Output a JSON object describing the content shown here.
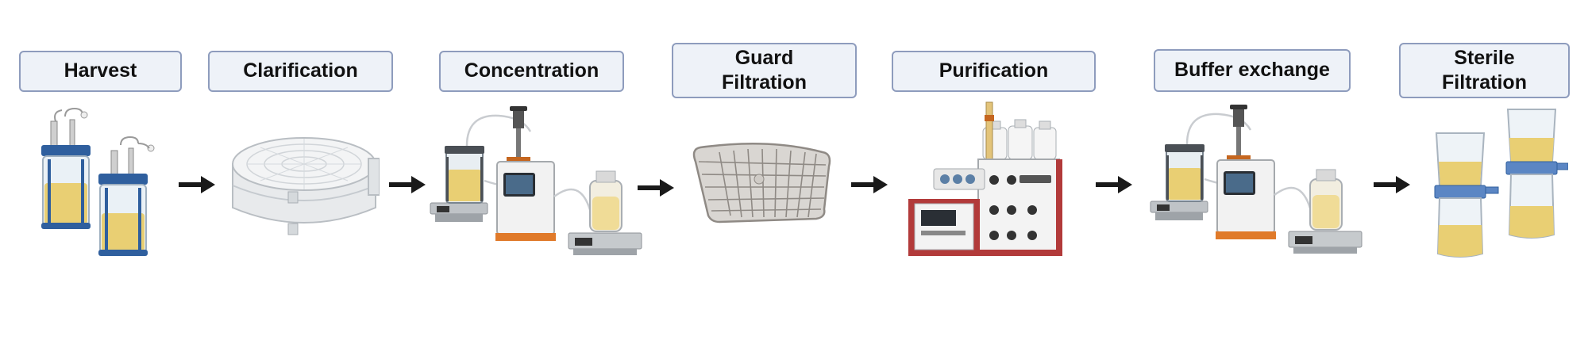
{
  "stages": [
    {
      "id": "harvest",
      "label": "Harvest"
    },
    {
      "id": "clarification",
      "label": "Clarification"
    },
    {
      "id": "concentration",
      "label": "Concentration"
    },
    {
      "id": "guard",
      "label": "Guard\nFiltration"
    },
    {
      "id": "purification",
      "label": "Purification"
    },
    {
      "id": "buffer",
      "label": "Buffer exchange"
    },
    {
      "id": "sterile",
      "label": "Sterile\nFiltration"
    }
  ],
  "colors": {
    "box_fill": "#eef2f8",
    "box_border": "#8e9cbd",
    "arrow": "#1a1a1a",
    "liquid": "#e9cf73",
    "vessel_blue": "#2f5f9e",
    "device_gray": "#dcdcdc",
    "instrument_red": "#b23a3a"
  },
  "icons": {
    "harvest": "bioreactor-vessels-icon",
    "clarification": "depth-filter-capsule-icon",
    "concentration": "tff-system-icon",
    "guard": "filter-plate-icon",
    "purification": "chromatography-system-icon",
    "buffer": "tff-system-icon",
    "sterile": "bottle-top-filter-icon"
  }
}
